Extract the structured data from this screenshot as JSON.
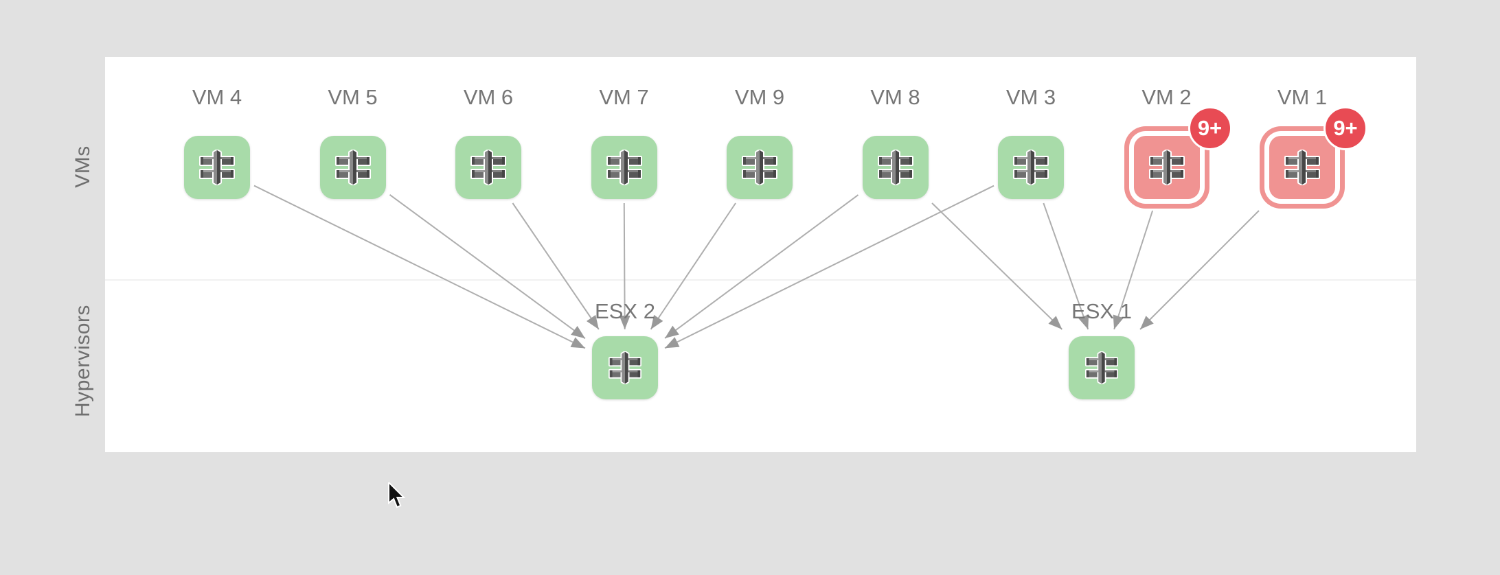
{
  "map": {
    "rows": [
      {
        "id": "vms",
        "label": "VMs"
      },
      {
        "id": "hypervisors",
        "label": "Hypervisors"
      }
    ],
    "nodes": {
      "vms": [
        {
          "id": "vm4",
          "label": "VM 4",
          "status": "ok",
          "badge": null
        },
        {
          "id": "vm5",
          "label": "VM 5",
          "status": "ok",
          "badge": null
        },
        {
          "id": "vm6",
          "label": "VM 6",
          "status": "ok",
          "badge": null
        },
        {
          "id": "vm7",
          "label": "VM 7",
          "status": "ok",
          "badge": null
        },
        {
          "id": "vm9",
          "label": "VM 9",
          "status": "ok",
          "badge": null
        },
        {
          "id": "vm8",
          "label": "VM 8",
          "status": "ok",
          "badge": null
        },
        {
          "id": "vm3",
          "label": "VM 3",
          "status": "ok",
          "badge": null
        },
        {
          "id": "vm2",
          "label": "VM 2",
          "status": "alert",
          "badge": "9+"
        },
        {
          "id": "vm1",
          "label": "VM 1",
          "status": "alert",
          "badge": "9+"
        }
      ],
      "hypervisors": [
        {
          "id": "esx2",
          "label": "ESX 2"
        },
        {
          "id": "esx1",
          "label": "ESX 1"
        }
      ]
    },
    "edges": [
      {
        "from": "vm4",
        "to": "esx2"
      },
      {
        "from": "vm5",
        "to": "esx2"
      },
      {
        "from": "vm6",
        "to": "esx2"
      },
      {
        "from": "vm7",
        "to": "esx2"
      },
      {
        "from": "vm9",
        "to": "esx2"
      },
      {
        "from": "vm8",
        "to": "esx2"
      },
      {
        "from": "vm3",
        "to": "esx2"
      },
      {
        "from": "vm8",
        "to": "esx1"
      },
      {
        "from": "vm3",
        "to": "esx1"
      },
      {
        "from": "vm2",
        "to": "esx1"
      },
      {
        "from": "vm1",
        "to": "esx1"
      }
    ],
    "colors": {
      "background": "#e1e1e1",
      "panel": "#ffffff",
      "node_ok": "#a8dba9",
      "node_alert": "#f09392",
      "badge": "#e84b54",
      "edge_line": "#aeaeae",
      "arrowhead": "#999999",
      "label_text": "#767676"
    }
  }
}
